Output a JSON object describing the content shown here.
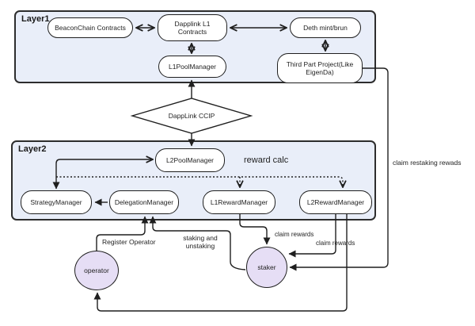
{
  "layer1": {
    "label": "Layer1",
    "nodes": {
      "beacon": "BeaconChain Contracts",
      "dapplink": "Dapplink L1 Contracts",
      "deth": "Deth mint/brun",
      "l1pool": "L1PoolManager",
      "third_party": "Third Part Project(Like EigenDa)"
    }
  },
  "bridge": {
    "ccip": "DappLink CCIP"
  },
  "layer2": {
    "label": "Layer2",
    "nodes": {
      "l2pool": "L2PoolManager",
      "strategy": "StrategyManager",
      "delegation": "DelegationManager",
      "l1reward": "L1RewardManager",
      "l2reward": "L2RewardManager"
    }
  },
  "actors": {
    "operator": "operator",
    "staker": "staker"
  },
  "edge_labels": {
    "reward_calc": "reward calc",
    "claim_restaking_rewards": "claim restaking rewads",
    "register_operator": "Register Operator",
    "staking_and_unstaking": "staking and\nunstaking",
    "claim_rewards_l1": "claim rewards",
    "claim_rewards_l2": "claim rewards"
  },
  "colors": {
    "layer_fill": "#e9eef9",
    "layer_border": "#2d2d2d",
    "node_fill": "#ffffff",
    "node_border": "#1f1f1f",
    "actor_fill": "#e6def5",
    "line": "#1f1f1f"
  }
}
